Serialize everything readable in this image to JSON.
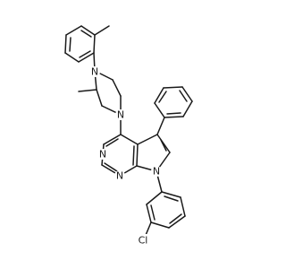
{
  "molecule": {
    "atom_labels": {
      "n_piperazine_top": "N",
      "n_piperazine_bottom": "N",
      "n_pyrimidine_left": "N",
      "n_pyrimidine_bottom": "N",
      "n_pyrrole": "N",
      "cl": "Cl"
    },
    "colors": {
      "bond": "#1a1a1a",
      "nitrogen": "#1a1a1a",
      "chlorine": "#1a1a1a",
      "background": "#ffffff"
    }
  }
}
